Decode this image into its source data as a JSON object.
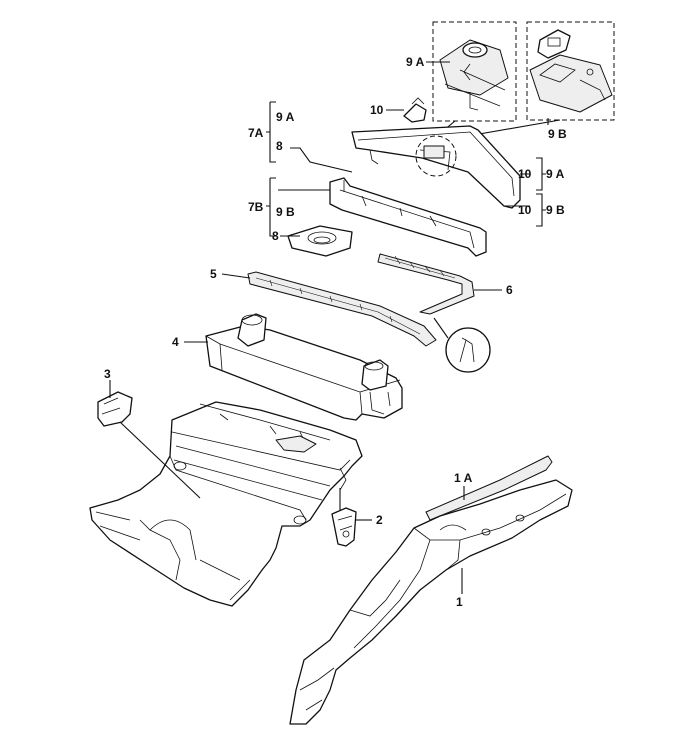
{
  "labels": {
    "l_9a_top": "9 A",
    "l_10_top": "10",
    "l_9b_top": "9 B",
    "l_9a_br": "9 A",
    "l_7a": "7A",
    "l_8a": "8",
    "l_10_r1": "10",
    "l_9a_r1": "9 A",
    "l_7b": "7B",
    "l_9b_l": "9 B",
    "l_8b": "8",
    "l_10_r2": "10",
    "l_9b_r2": "9 B",
    "l_5": "5",
    "l_6": "6",
    "l_4": "4",
    "l_3": "3",
    "l_2": "2",
    "l_1a": "1 A",
    "l_1": "1"
  }
}
